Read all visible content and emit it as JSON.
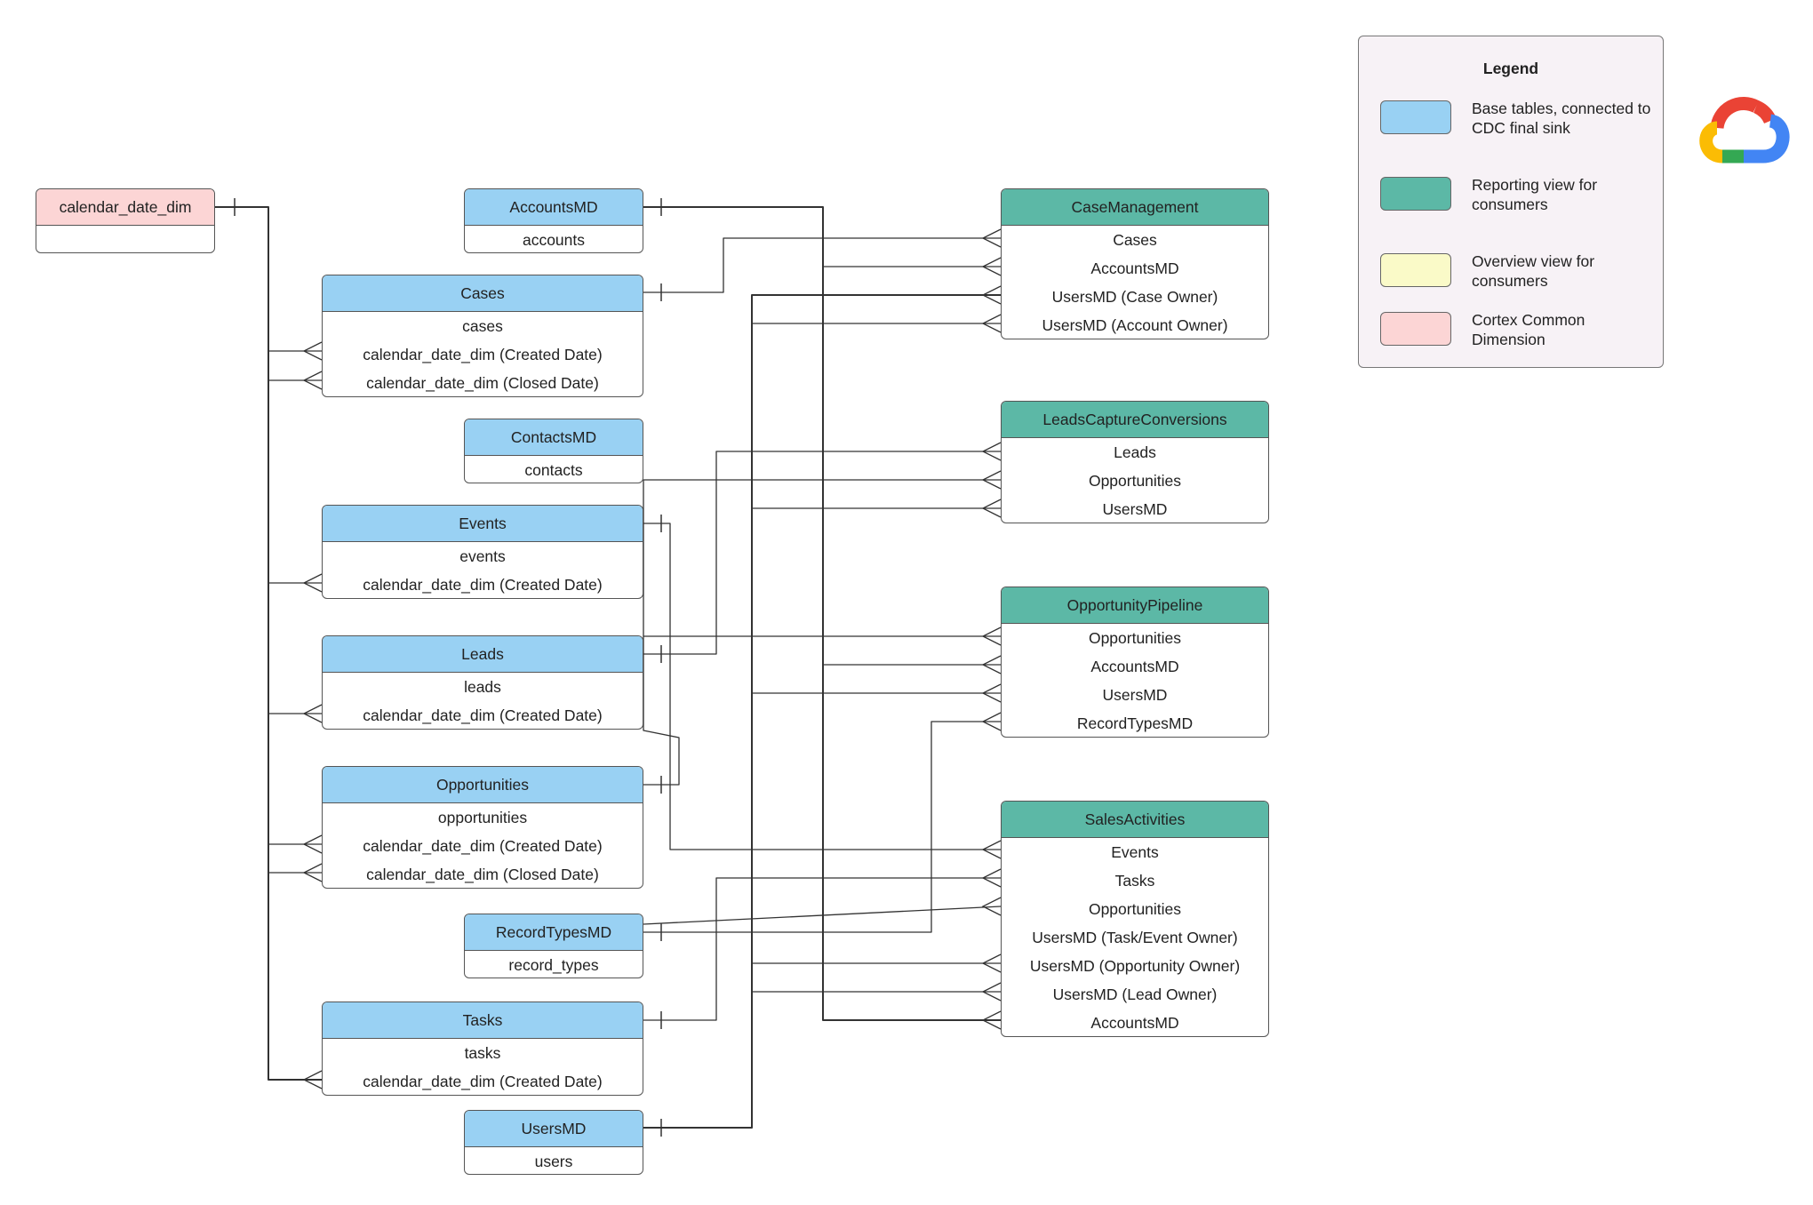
{
  "colors": {
    "base": "#99d1f3",
    "reporting": "#5cb8a6",
    "overview": "#fafac8",
    "cortex": "#fcd5d5",
    "line": "#333333"
  },
  "entities": {
    "calendar_date_dim": {
      "title": "calendar_date_dim",
      "rows": [
        ""
      ]
    },
    "AccountsMD": {
      "title": "AccountsMD",
      "rows": [
        "accounts"
      ]
    },
    "Cases": {
      "title": "Cases",
      "rows": [
        "cases",
        "calendar_date_dim (Created Date)",
        "calendar_date_dim (Closed Date)"
      ]
    },
    "ContactsMD": {
      "title": "ContactsMD",
      "rows": [
        "contacts"
      ]
    },
    "Events": {
      "title": "Events",
      "rows": [
        "events",
        "calendar_date_dim (Created Date)"
      ]
    },
    "Leads": {
      "title": "Leads",
      "rows": [
        "leads",
        "calendar_date_dim (Created Date)"
      ]
    },
    "Opportunities": {
      "title": "Opportunities",
      "rows": [
        "opportunities",
        "calendar_date_dim (Created Date)",
        "calendar_date_dim (Closed Date)"
      ]
    },
    "RecordTypesMD": {
      "title": "RecordTypesMD",
      "rows": [
        "record_types"
      ]
    },
    "Tasks": {
      "title": "Tasks",
      "rows": [
        "tasks",
        "calendar_date_dim (Created Date)"
      ]
    },
    "UsersMD": {
      "title": "UsersMD",
      "rows": [
        "users"
      ]
    },
    "CaseManagement": {
      "title": "CaseManagement",
      "rows": [
        "Cases",
        "AccountsMD",
        "UsersMD (Case Owner)",
        "UsersMD (Account Owner)"
      ]
    },
    "LeadsCaptureConversions": {
      "title": "LeadsCaptureConversions",
      "rows": [
        "Leads",
        "Opportunities",
        "UsersMD"
      ]
    },
    "OpportunityPipeline": {
      "title": "OpportunityPipeline",
      "rows": [
        "Opportunities",
        "AccountsMD",
        "UsersMD",
        "RecordTypesMD"
      ]
    },
    "SalesActivities": {
      "title": "SalesActivities",
      "rows": [
        "Events",
        "Tasks",
        "Opportunities",
        "UsersMD (Task/Event Owner)",
        "UsersMD (Opportunity Owner)",
        "UsersMD (Lead Owner)",
        "AccountsMD"
      ]
    }
  },
  "legend": {
    "title": "Legend",
    "items": [
      {
        "label": "Base tables, connected to CDC final sink",
        "color": "#99d1f3"
      },
      {
        "label": "Reporting view for consumers",
        "color": "#5cb8a6"
      },
      {
        "label": "Overview view for consumers",
        "color": "#fafac8"
      },
      {
        "label": "Cortex Common Dimension",
        "color": "#fcd5d5"
      }
    ]
  },
  "logo": {
    "icon": "google-cloud-logo-icon"
  }
}
